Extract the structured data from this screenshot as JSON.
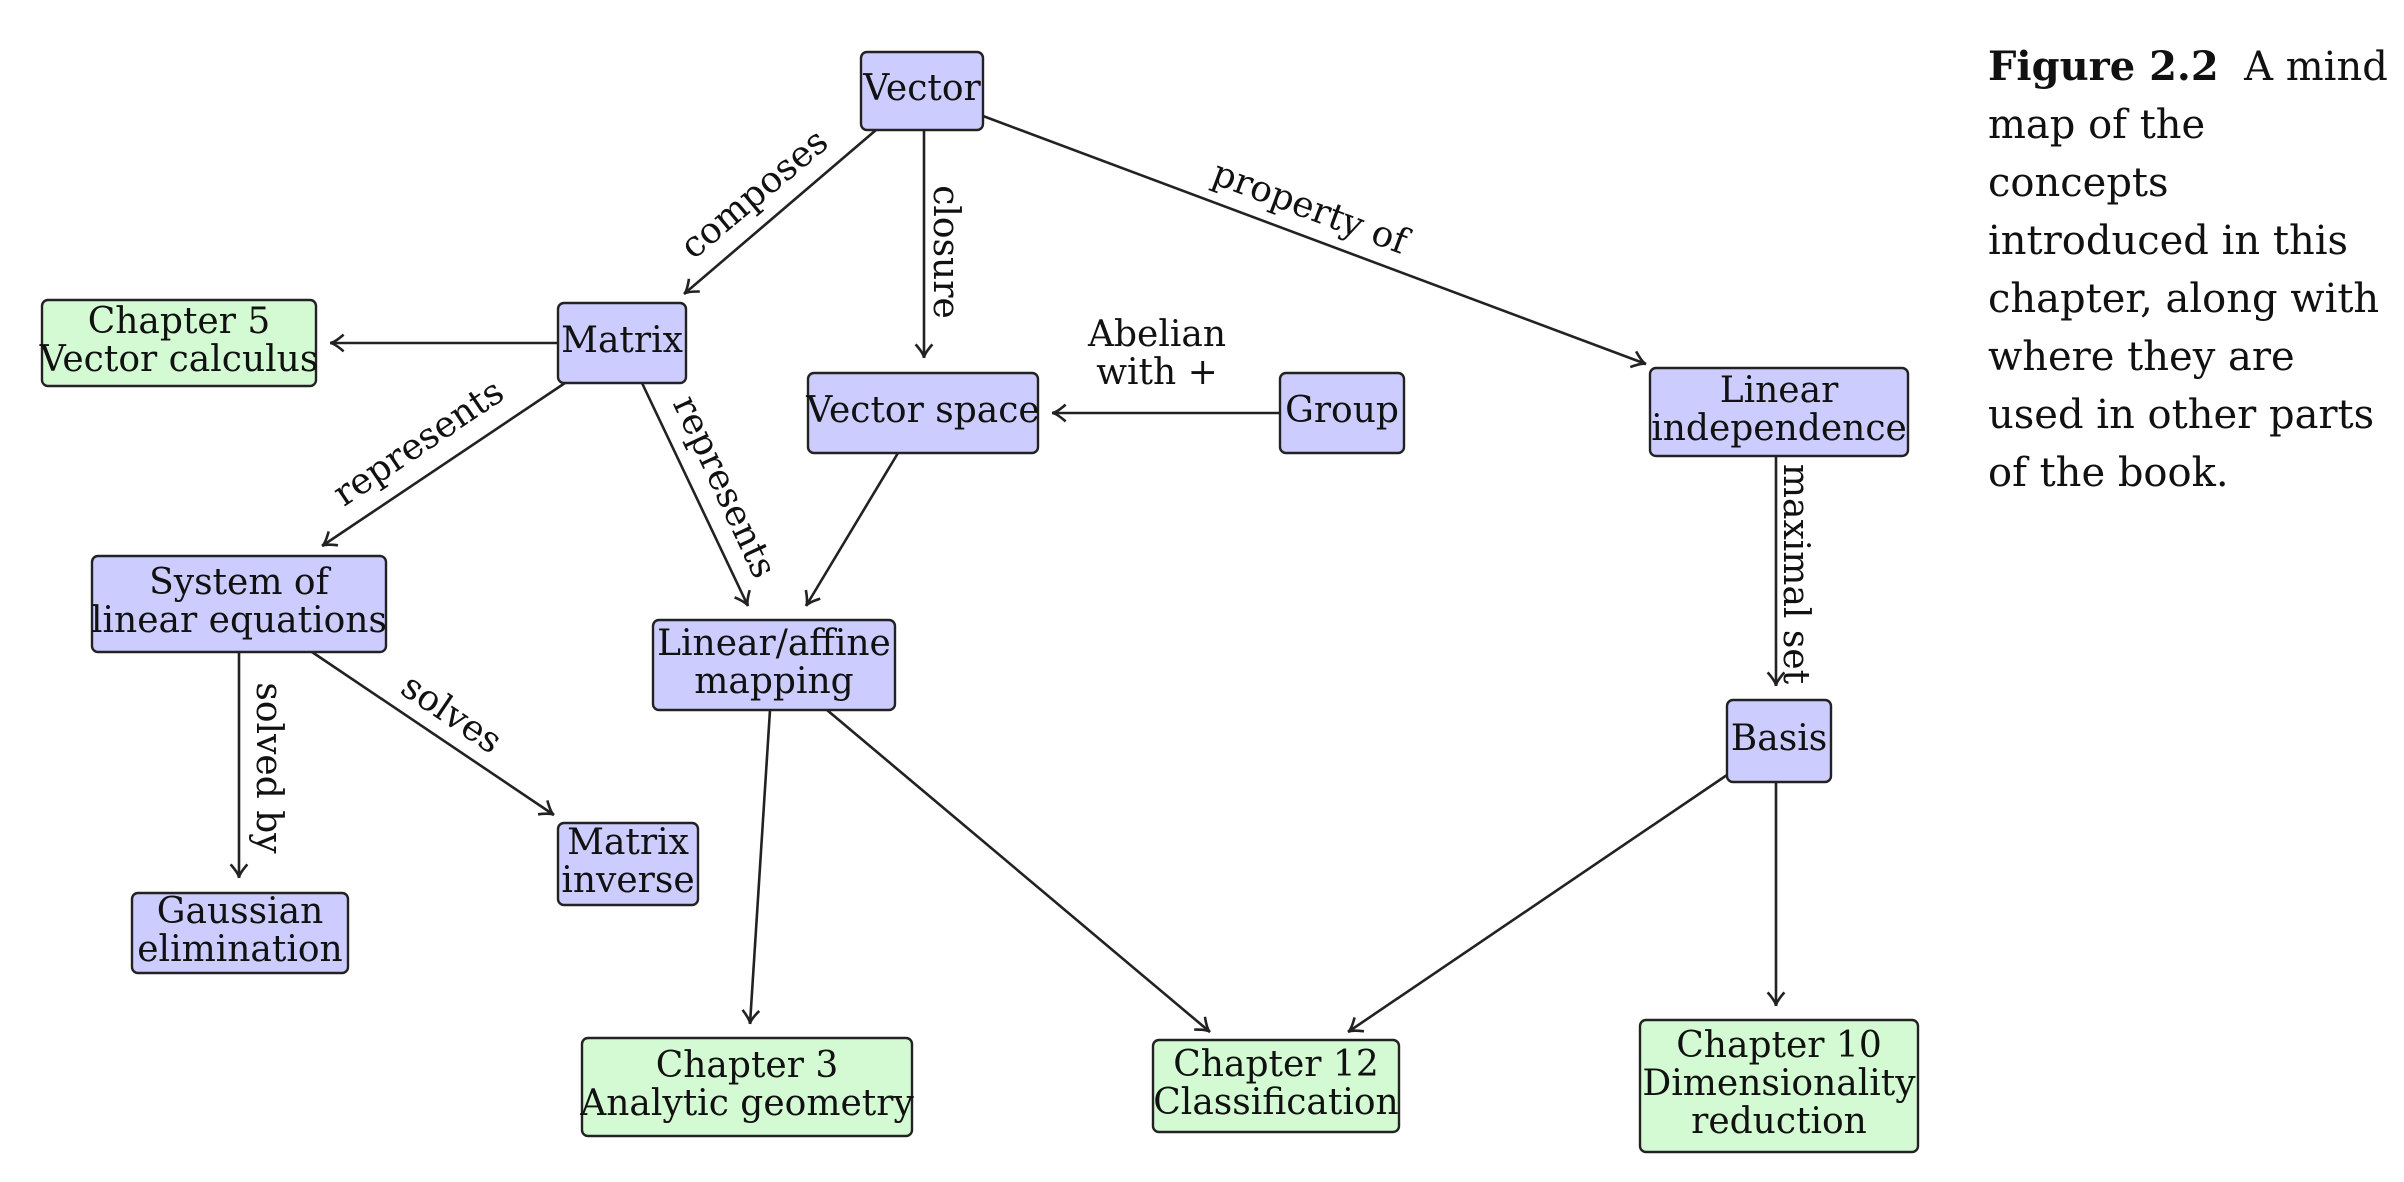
{
  "colors": {
    "concept_fill": "#ccccff",
    "chapter_fill": "#d4fad4",
    "stroke": "#222222",
    "text": "#111111"
  },
  "nodes": [
    {
      "id": "vector",
      "kind": "concept",
      "lines": [
        "Vector"
      ]
    },
    {
      "id": "matrix",
      "kind": "concept",
      "lines": [
        "Matrix"
      ]
    },
    {
      "id": "vector-space",
      "kind": "concept",
      "lines": [
        "Vector space"
      ]
    },
    {
      "id": "group",
      "kind": "concept",
      "lines": [
        "Group"
      ]
    },
    {
      "id": "linear-independence",
      "kind": "concept",
      "lines": [
        "Linear",
        "independence"
      ]
    },
    {
      "id": "chapter-5",
      "kind": "chapter",
      "lines": [
        "Chapter 5",
        "Vector calculus"
      ]
    },
    {
      "id": "system-of-linear-equations",
      "kind": "concept",
      "lines": [
        "System of",
        "linear equations"
      ]
    },
    {
      "id": "linear-affine-mapping",
      "kind": "concept",
      "lines": [
        "Linear/affine",
        "mapping"
      ]
    },
    {
      "id": "basis",
      "kind": "concept",
      "lines": [
        "Basis"
      ]
    },
    {
      "id": "matrix-inverse",
      "kind": "concept",
      "lines": [
        "Matrix",
        "inverse"
      ]
    },
    {
      "id": "gaussian-elimination",
      "kind": "concept",
      "lines": [
        "Gaussian",
        "elimination"
      ]
    },
    {
      "id": "chapter-3",
      "kind": "chapter",
      "lines": [
        "Chapter 3",
        "Analytic geometry"
      ]
    },
    {
      "id": "chapter-12",
      "kind": "chapter",
      "lines": [
        "Chapter 12",
        "Classification"
      ]
    },
    {
      "id": "chapter-10",
      "kind": "chapter",
      "lines": [
        "Chapter 10",
        "Dimensionality",
        "reduction"
      ]
    }
  ],
  "edges": [
    {
      "from": "vector",
      "to": "matrix",
      "label": [
        "composes"
      ]
    },
    {
      "from": "vector",
      "to": "vector-space",
      "label": [
        "closure"
      ]
    },
    {
      "from": "vector",
      "to": "linear-independence",
      "label": [
        "property of"
      ]
    },
    {
      "from": "matrix",
      "to": "chapter-5",
      "label": []
    },
    {
      "from": "matrix",
      "to": "system-of-linear-equations",
      "label": [
        "represents"
      ]
    },
    {
      "from": "matrix",
      "to": "linear-affine-mapping",
      "label": [
        "represents"
      ]
    },
    {
      "from": "group",
      "to": "vector-space",
      "label": [
        "Abelian",
        "with +"
      ]
    },
    {
      "from": "vector-space",
      "to": "linear-affine-mapping",
      "label": []
    },
    {
      "from": "linear-independence",
      "to": "basis",
      "label": [
        "maximal set"
      ]
    },
    {
      "from": "system-of-linear-equations",
      "to": "gaussian-elimination",
      "label": [
        "solved by"
      ]
    },
    {
      "from": "system-of-linear-equations",
      "to": "matrix-inverse",
      "label": [
        "solves"
      ]
    },
    {
      "from": "linear-affine-mapping",
      "to": "chapter-3",
      "label": []
    },
    {
      "from": "linear-affine-mapping",
      "to": "chapter-12",
      "label": []
    },
    {
      "from": "basis",
      "to": "chapter-12",
      "label": []
    },
    {
      "from": "basis",
      "to": "chapter-10",
      "label": []
    }
  ],
  "caption": {
    "label": "Figure 2.2",
    "text": "A mind map of the concepts introduced in this chapter, along with where they are used in other parts of the book."
  }
}
